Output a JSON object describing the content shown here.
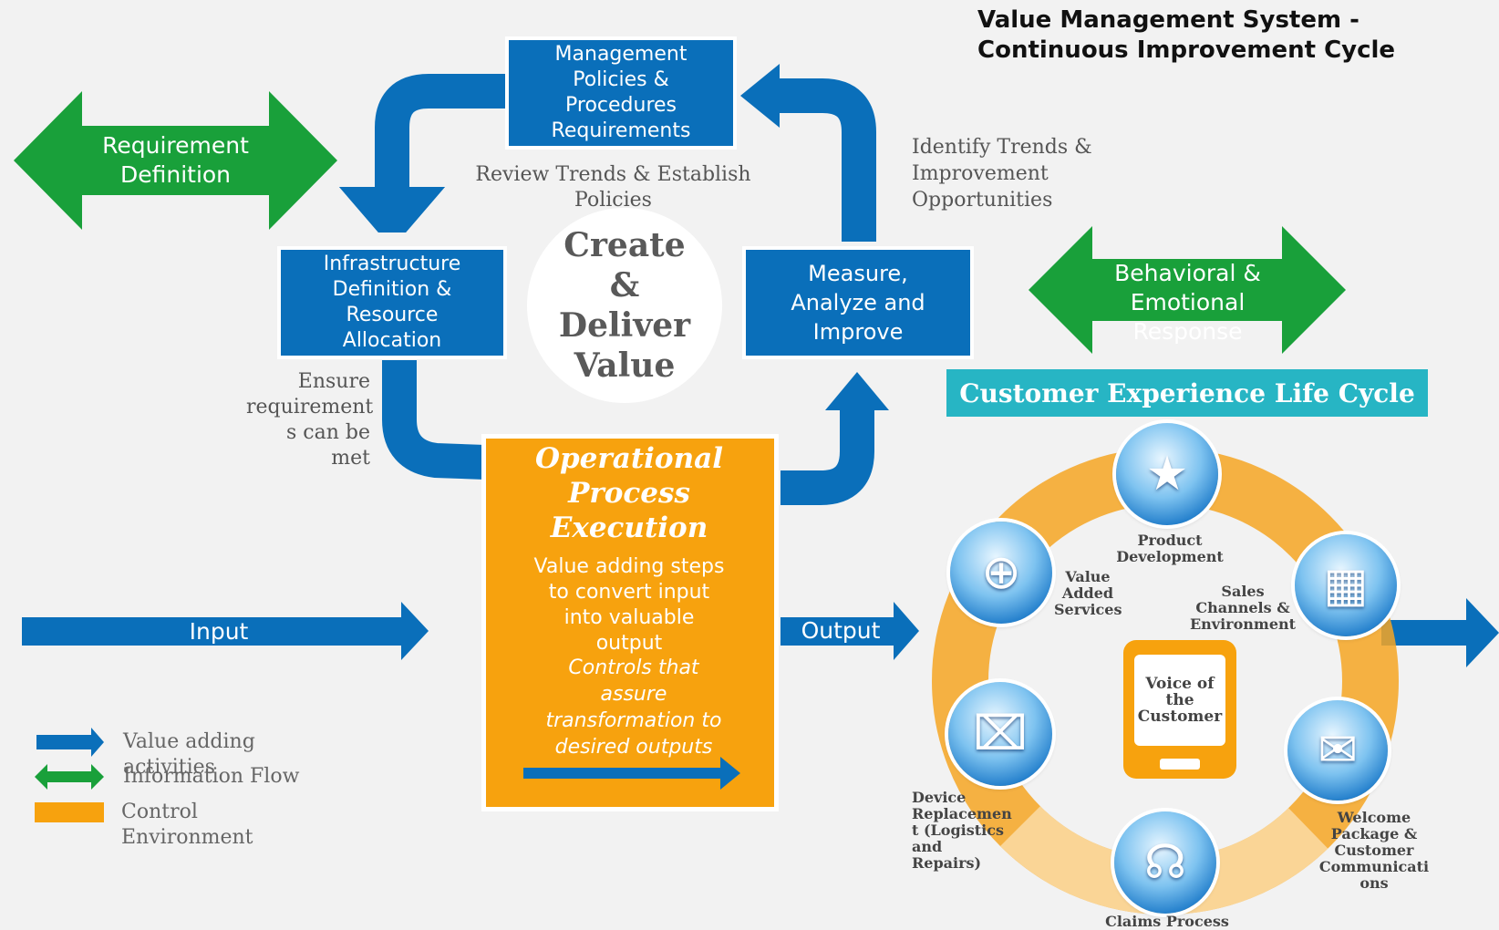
{
  "title": "Value Management System - Continuous Improvement Cycle",
  "boxes": {
    "management": "Management Policies & Procedures Requirements",
    "infrastructure": "Infrastructure Definition & Resource Allocation",
    "measure": "Measure, Analyze and Improve"
  },
  "center_circle": "Create & Deliver Value",
  "captions": {
    "review": "Review Trends & Establish Policies",
    "identify": "Identify Trends & Improvement Opportunities",
    "ensure": "Ensure requirement s can be met"
  },
  "green_arrows": {
    "requirement": "Requirement Definition",
    "behavioral": "Behavioral & Emotional Response"
  },
  "operational": {
    "heading": "Operational Process Execution",
    "body": "Value adding steps to convert input into valuable output",
    "controls": "Controls that assure transformation to desired outputs"
  },
  "flow": {
    "input": "Input",
    "output": "Output"
  },
  "cx": {
    "banner": "Customer Experience Life Cycle",
    "voice": "Voice of the Customer",
    "stages": {
      "product": "Product Development",
      "sales": "Sales Channels & Environment",
      "welcome": "Welcome Package & Customer Communicati ons",
      "claims": "Claims Process",
      "device": "Device Replacemen t (Logistics and Repairs)",
      "vas": "Value Added Services"
    },
    "icons": {
      "product": "chat-rating-icon",
      "sales": "payment-terminal-icon",
      "welcome": "mail-envelope-icon",
      "claims": "headset-support-icon",
      "device": "mailbox-icon",
      "vas": "mobile-plus-icon"
    }
  },
  "legend": {
    "value_adding": "Value adding activities",
    "info_flow": "Information Flow",
    "control": "Control Environment"
  },
  "colors": {
    "blue": "#0a6fba",
    "green": "#19a03a",
    "orange": "#f7a20e",
    "teal": "#27b5c4"
  }
}
